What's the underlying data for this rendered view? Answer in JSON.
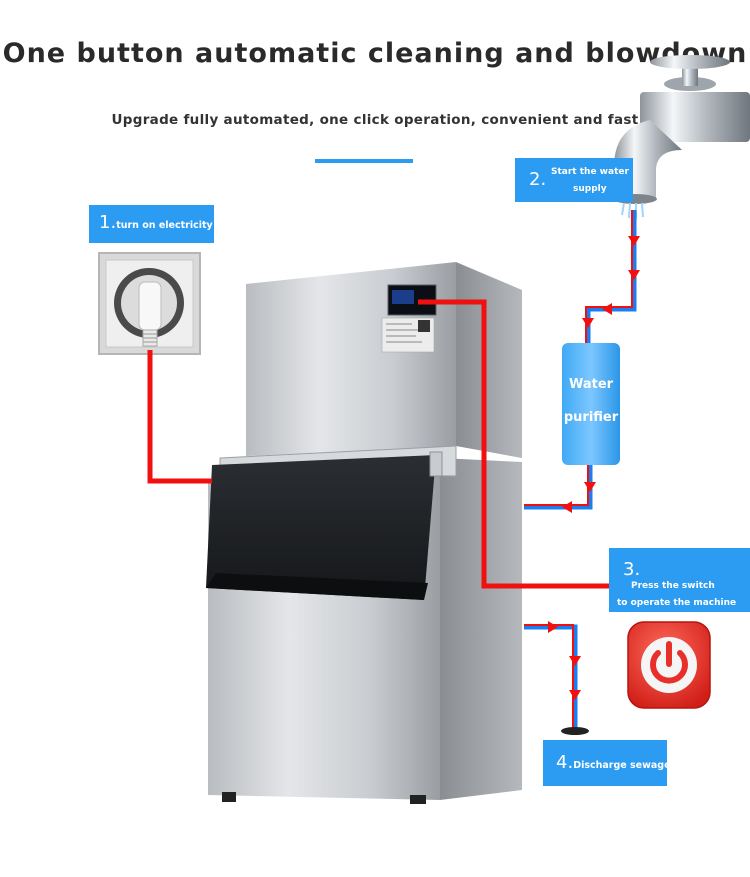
{
  "heading": {
    "title": "One button automatic cleaning and blowdown",
    "subtitle": "Upgrade fully automated, one click operation, convenient and fast"
  },
  "steps": [
    {
      "number": "1.",
      "text": "turn on electricity"
    },
    {
      "number": "2.",
      "text_line1": "Start the water",
      "text_line2": "supply"
    },
    {
      "number": "3.",
      "text_line1": "Press the switch",
      "text_line2": "to operate the machine"
    },
    {
      "number": "4.",
      "text": "Discharge sewage"
    }
  ],
  "purifier": {
    "line1": "Water",
    "line2": "purifier"
  },
  "colors": {
    "accent_blue": "#2b9cf2",
    "pipe_red": "#f01010",
    "pipe_blue": "#1a7ef0",
    "power_button": "#e8302a"
  },
  "icons": {
    "faucet": "faucet-icon",
    "socket": "wall-socket-icon",
    "power": "power-icon"
  }
}
